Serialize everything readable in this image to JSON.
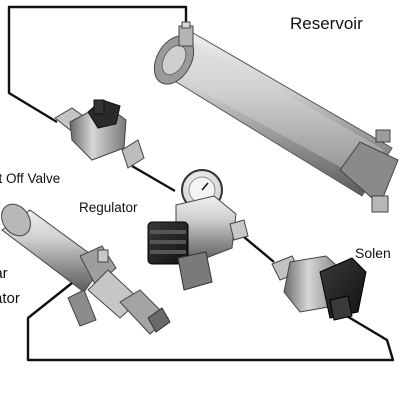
{
  "labels": {
    "reservoir": "Reservoir",
    "shut_off_valve": "ut Off Valve",
    "regulator": "Regulator",
    "solenoid": "Solen",
    "actuator_line1": "ear",
    "actuator_line2": "ator"
  },
  "colors": {
    "background": "#ffffff",
    "hose": "#111111",
    "metal_light": "#e2e2e2",
    "metal_mid": "#a8a8a8",
    "metal_dark": "#5a5a5a",
    "black_part": "#1c1c1c"
  },
  "icons": [
    "reservoir-cylinder",
    "shut-off-valve",
    "regulator-gauge",
    "solenoid-valve",
    "linear-actuator",
    "hose-fittings"
  ]
}
